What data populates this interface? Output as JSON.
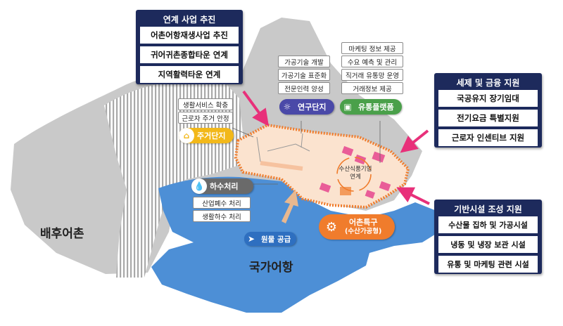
{
  "panels": {
    "linkage": {
      "title": "연계 사업 추진",
      "items": [
        "어촌어항재생사업 추진",
        "귀어귀촌종합타운 연계",
        "지역활력타운 연계"
      ]
    },
    "tax": {
      "title": "세제 및 금융 지원",
      "items": [
        "국공유지 장기임대",
        "전기요금 특별지원",
        "근로자 인센티브 지원"
      ]
    },
    "infra": {
      "title": "기반시설 조성 지원",
      "items": [
        "수산물 집하 및 가공시설",
        "냉동 및 냉장 보관 시설",
        "유통 및 마케팅 관련 시설"
      ]
    }
  },
  "housing": {
    "tags": [
      "생활서비스 확충",
      "근로자 주거 안정"
    ],
    "pill": "주거단지",
    "icon": "house-icon"
  },
  "research": {
    "tags": [
      "가공기술 개발",
      "가공기술 표준화",
      "전문인력 양성"
    ],
    "pill": "연구단지",
    "icon": "lightbulb-icon"
  },
  "distribution": {
    "tags": [
      "마케팅 정보 제공",
      "수요 예측 및 관리",
      "직거래 유통망 운영",
      "거래정보 제공"
    ],
    "pill": "유통플랫폼",
    "icon": "box-icon"
  },
  "sewage": {
    "pill": "하수처리",
    "tags": [
      "산업폐수 처리",
      "생활하수 처리"
    ],
    "icon": "water-drop-icon"
  },
  "zone": {
    "pill_line1": "어촌특구",
    "pill_line2": "(수산가공형)",
    "icon": "gear-icon"
  },
  "supply": {
    "pill": "원물 공급",
    "icon": "fish-icon"
  },
  "center_label": [
    "수산식품기업",
    "연계"
  ],
  "region_labels": {
    "hinterland": "배후어촌",
    "port": "국가어항"
  },
  "colors": {
    "navy": "#1d2a5c",
    "land": "#c9c9c9",
    "sea": "#4d8fd6",
    "zone_fill": "#fbe3cf",
    "zone_border": "#f07c2c",
    "arrow": "#e8307a",
    "housing": "#f2b81a",
    "research": "#4a49a8",
    "distribution": "#4aa04a",
    "sewage": "#6a6a6a",
    "special": "#f07c2c",
    "supply": "#2e6fc0"
  }
}
